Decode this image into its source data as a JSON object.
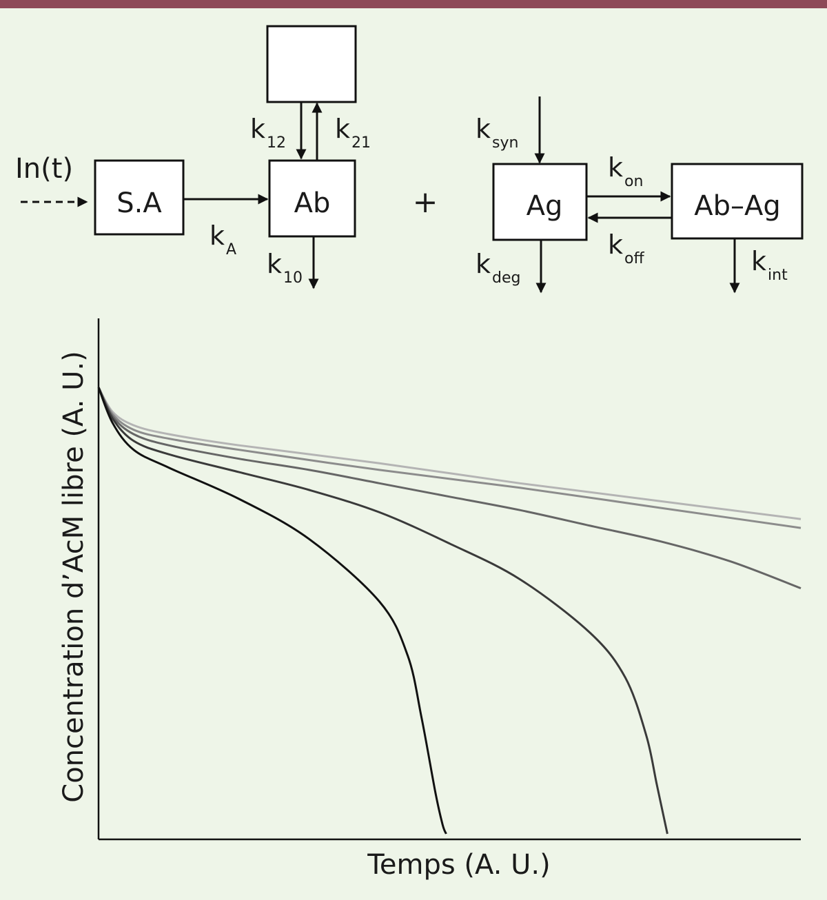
{
  "colors": {
    "background": "#eef5e8",
    "top_bar": "#8e4a58",
    "series": [
      "#111111",
      "#3a3a3a",
      "#666666",
      "#8c8c8c",
      "#b4b4b4"
    ]
  },
  "diagram": {
    "input_label": "In(t)",
    "boxes": {
      "sa": "S.A",
      "ab": "Ab",
      "peripheral": "",
      "ag": "Ag",
      "complex": "Ab–Ag"
    },
    "plus": "+",
    "rates": {
      "kA": {
        "k": "k",
        "sub": "A"
      },
      "k10": {
        "k": "k",
        "sub": "10"
      },
      "k12": {
        "k": "k",
        "sub": "12"
      },
      "k21": {
        "k": "k",
        "sub": "21"
      },
      "ksyn": {
        "k": "k",
        "sub": "syn"
      },
      "kdeg": {
        "k": "k",
        "sub": "deg"
      },
      "kon": {
        "k": "k",
        "sub": "on"
      },
      "koff": {
        "k": "k",
        "sub": "off"
      },
      "kint": {
        "k": "k",
        "sub": "int"
      }
    }
  },
  "chart_data": {
    "type": "line",
    "title": "",
    "xlabel": "Temps (A. U.)",
    "ylabel": "Concentration d’AcM libre (A. U.)",
    "xlim": [
      0,
      10
    ],
    "ylim": [
      0,
      10
    ],
    "grid": false,
    "legend": "none",
    "x_ticks": [],
    "y_ticks": [],
    "series": [
      {
        "x": [
          0,
          0.2,
          0.5,
          1.0,
          2.0,
          3.0,
          4.0,
          4.4,
          4.6,
          4.8,
          4.9,
          4.95
        ],
        "y": [
          10,
          9.2,
          8.6,
          8.2,
          7.5,
          6.6,
          5.2,
          4.0,
          2.6,
          0.9,
          0.2,
          0
        ]
      },
      {
        "x": [
          0,
          0.2,
          0.5,
          1.0,
          2.0,
          3.0,
          4.0,
          5.0,
          6.0,
          7.0,
          7.5,
          7.8,
          7.95,
          8.1
        ],
        "y": [
          10,
          9.3,
          8.8,
          8.5,
          8.1,
          7.7,
          7.2,
          6.5,
          5.7,
          4.5,
          3.5,
          2.2,
          1.1,
          0
        ]
      },
      {
        "x": [
          0,
          0.2,
          0.5,
          1.0,
          2.0,
          3.0,
          4.0,
          5.0,
          6.0,
          7.0,
          8.0,
          9.0,
          10.0
        ],
        "y": [
          10,
          9.35,
          8.95,
          8.7,
          8.4,
          8.15,
          7.85,
          7.55,
          7.25,
          6.9,
          6.55,
          6.1,
          5.5
        ]
      },
      {
        "x": [
          0,
          0.2,
          0.5,
          1.0,
          2.0,
          4.0,
          6.0,
          8.0,
          10.0
        ],
        "y": [
          10,
          9.4,
          9.05,
          8.85,
          8.6,
          8.15,
          7.75,
          7.3,
          6.85
        ]
      },
      {
        "x": [
          0,
          0.2,
          0.5,
          1.0,
          2.0,
          4.0,
          6.0,
          8.0,
          10.0
        ],
        "y": [
          10,
          9.45,
          9.15,
          8.95,
          8.7,
          8.3,
          7.85,
          7.45,
          7.05
        ]
      }
    ]
  }
}
